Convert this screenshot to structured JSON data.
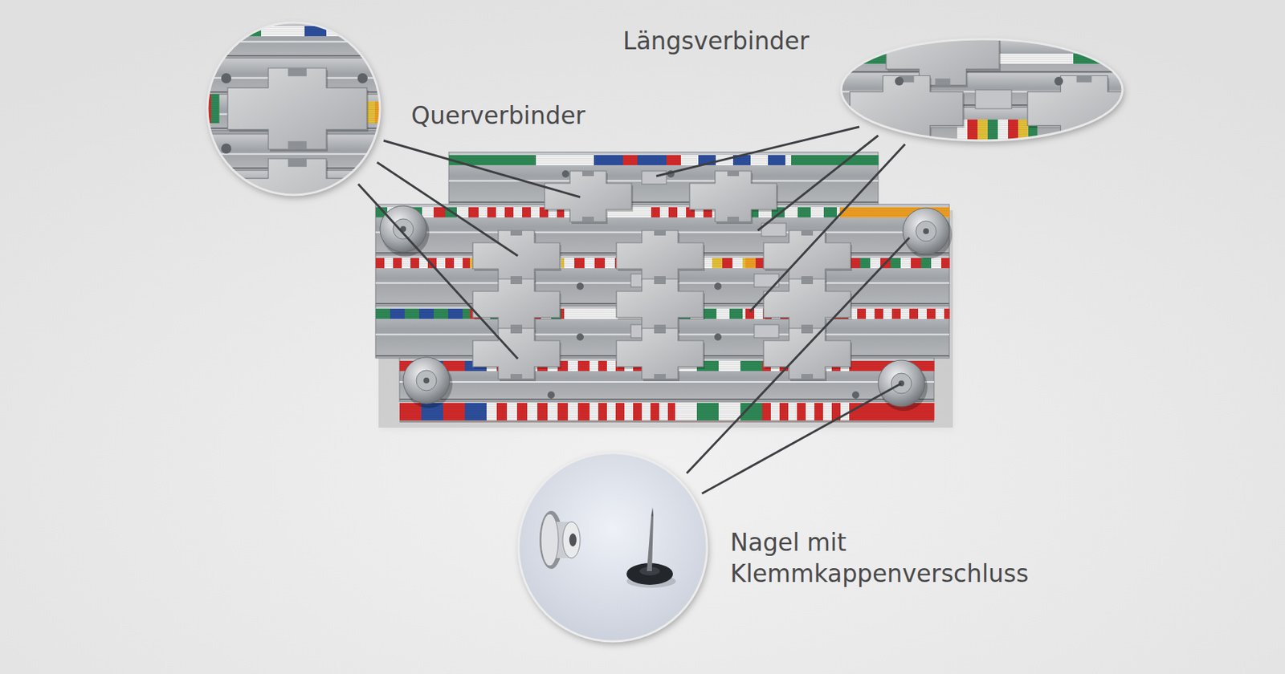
{
  "diagram": {
    "labels": [
      "Längsverbinder",
      "Querverbinder",
      "Nagel mit Klemmkappenverschluss"
    ]
  }
}
